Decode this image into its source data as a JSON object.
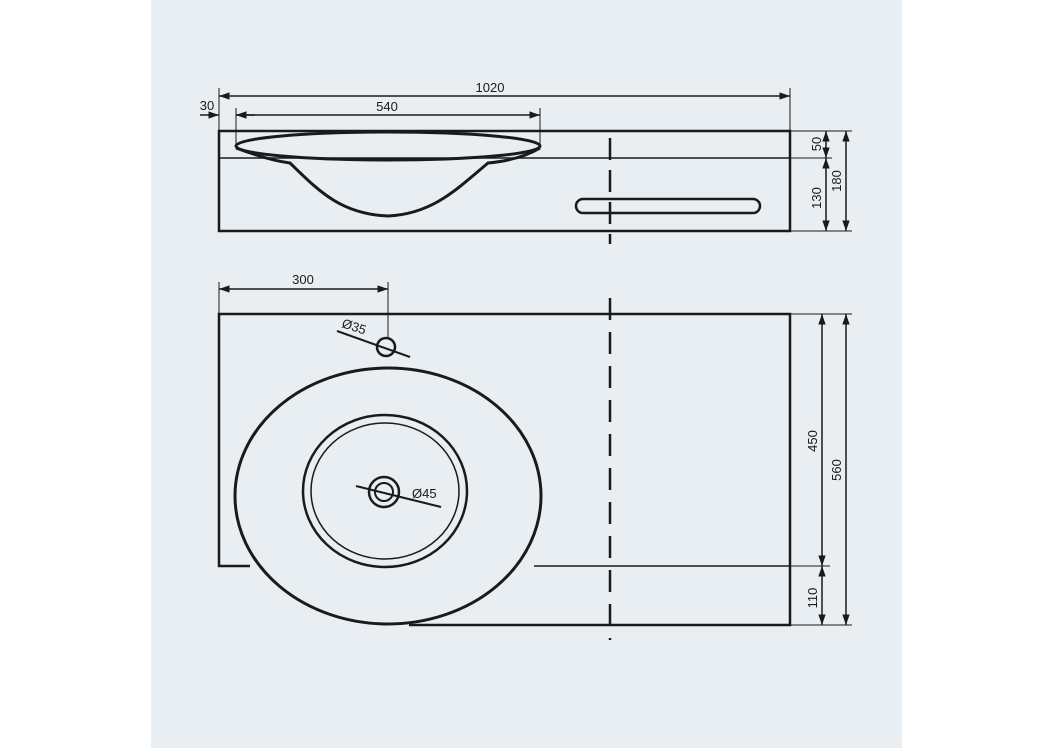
{
  "drawing": {
    "background": "#e9eef2",
    "line_color": "#1a1a1a",
    "views": [
      "side-elevation",
      "top-plan"
    ],
    "dimensions": {
      "overall_width": "1020",
      "basin_width": "540",
      "left_offset": "30",
      "rim_height": "50",
      "body_height": "130",
      "total_height": "180",
      "tap_offset": "300",
      "tap_hole_diameter": "Ø35",
      "drain_diameter": "Ø45",
      "depth_main": "450",
      "depth_overhang": "110",
      "depth_total": "560"
    }
  }
}
